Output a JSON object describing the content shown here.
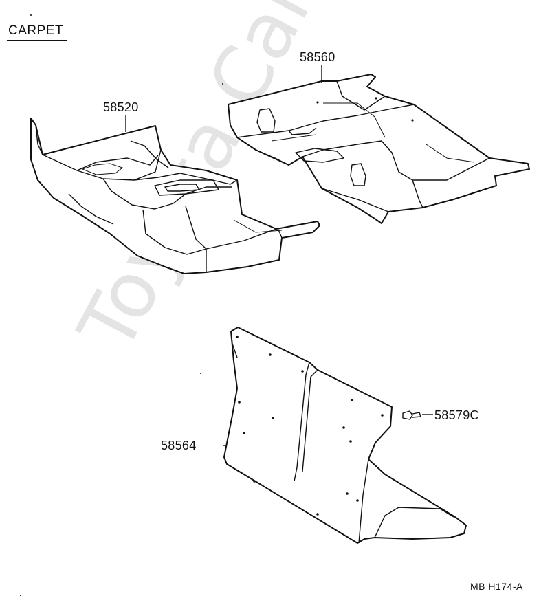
{
  "title": "CARPET",
  "parts": {
    "p1": "58520",
    "p2": "58560",
    "p3": "58564",
    "p4": "58579C"
  },
  "code": "MB  H174-A",
  "watermark": "Toyota CarMine.ru"
}
